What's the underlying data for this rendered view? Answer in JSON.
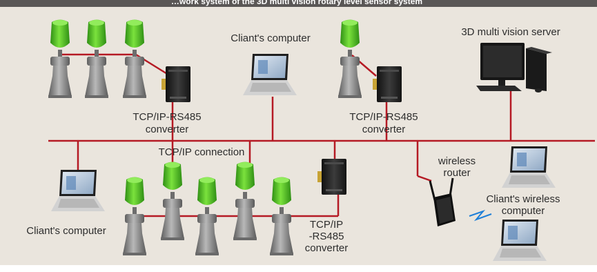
{
  "header": {
    "title": "…work system of the 3D multi vision rotary level sensor system"
  },
  "colors": {
    "background": "#eae5dd",
    "header_bar": "#5a5756",
    "network_line": "#b51a24",
    "sensor_head": "#5ccf2b",
    "sensor_body": "#8f8f8f",
    "converter": "#2b2b2b"
  },
  "labels": {
    "client_computer_top": "Cliant's computer",
    "server": "3D multi vision server",
    "converter_left_1": "TCP/IP-RS485",
    "converter_left_2": "converter",
    "converter_mid_1": "TCP/IP-RS485",
    "converter_mid_2": "converter",
    "connection": "TCP/IP connection",
    "router_1": "wireless",
    "router_2": "router",
    "wireless_client_1": "Cliant's wireless",
    "wireless_client_2": "computer",
    "client_computer_bottom": "Cliant's computer",
    "converter_bottom_1": "TCP/IP",
    "converter_bottom_2": "-RS485",
    "converter_bottom_3": "converter"
  },
  "icons": {
    "sensor": "rotary-level-sensor-icon",
    "converter": "converter-box-icon",
    "laptop": "laptop-icon",
    "server": "desktop-server-icon",
    "router": "wireless-router-icon",
    "wireless": "wireless-signal-icon"
  }
}
